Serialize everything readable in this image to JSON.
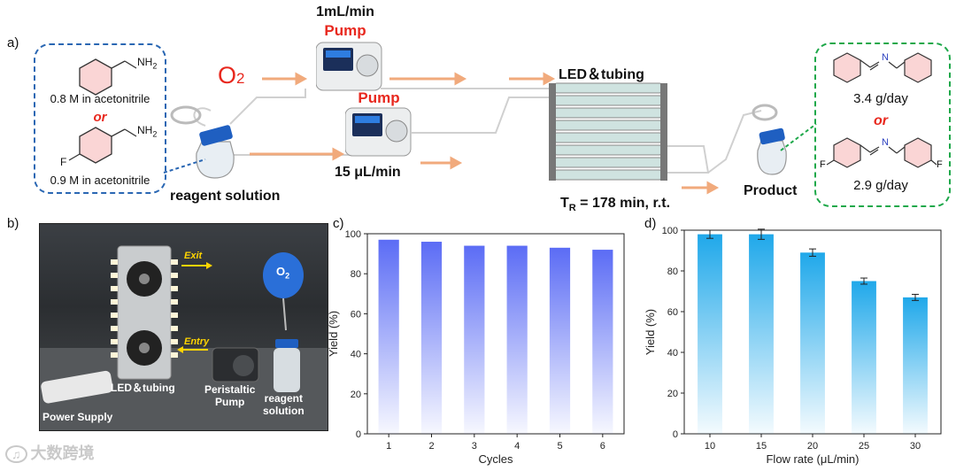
{
  "panel_a": {
    "label": "a)",
    "o2": "O",
    "o2_sub": "2",
    "pump_top_rate": "1mL/min",
    "pump_label": "Pump",
    "pump_bottom_rate": "15 μL/min",
    "reactant1_group": "NH",
    "reactant1_sub": "2",
    "reactant1_conc": "0.8 M in acetonitrile",
    "or": "or",
    "reactant2_group": "NH",
    "reactant2_sub": "2",
    "reactant2_halogen": "F",
    "reactant2_conc": "0.9 M in acetonitrile",
    "reagent_solution": "reagent solution",
    "reactor_title": "LED＆tubing",
    "residence_prefix": "T",
    "residence_sub": "R",
    "residence_text": " = 178 min, r.t.",
    "product_label": "Product",
    "product1_rate": "3.4 g/day",
    "product2_rate": "2.9 g/day",
    "imine_n": "N",
    "product2_halogen": "F"
  },
  "panel_b": {
    "label": "b)",
    "exit": "Exit",
    "entry": "Entry",
    "o2": "O",
    "o2_sub": "2",
    "led_tubing": "LED＆tubing",
    "peristaltic_pump": [
      "Peristaltic",
      "Pump"
    ],
    "reagent_solution": [
      "reagent",
      "solution"
    ],
    "power_supply": "Power Supply",
    "watermark": "大数跨境"
  },
  "chart_data": [
    {
      "panel": "c)",
      "type": "bar",
      "xlabel": "Cycles",
      "ylabel": "Yield (%)",
      "categories": [
        "1",
        "2",
        "3",
        "4",
        "5",
        "6"
      ],
      "values": [
        97,
        96,
        94,
        94,
        93,
        92
      ],
      "ylim": [
        0,
        100
      ],
      "yticks": [
        0,
        20,
        40,
        60,
        80,
        100
      ],
      "color": "#5b6cf5"
    },
    {
      "panel": "d)",
      "type": "bar",
      "xlabel": "Flow rate (μL/min)",
      "ylabel": "Yield (%)",
      "categories": [
        "10",
        "15",
        "20",
        "25",
        "30"
      ],
      "values": [
        98,
        98,
        89,
        75,
        67
      ],
      "errors": [
        2,
        2.5,
        1.8,
        1.5,
        1.5
      ],
      "ylim": [
        0,
        100
      ],
      "yticks": [
        0,
        20,
        40,
        60,
        80,
        100
      ],
      "color": "#1fa8ea"
    }
  ]
}
